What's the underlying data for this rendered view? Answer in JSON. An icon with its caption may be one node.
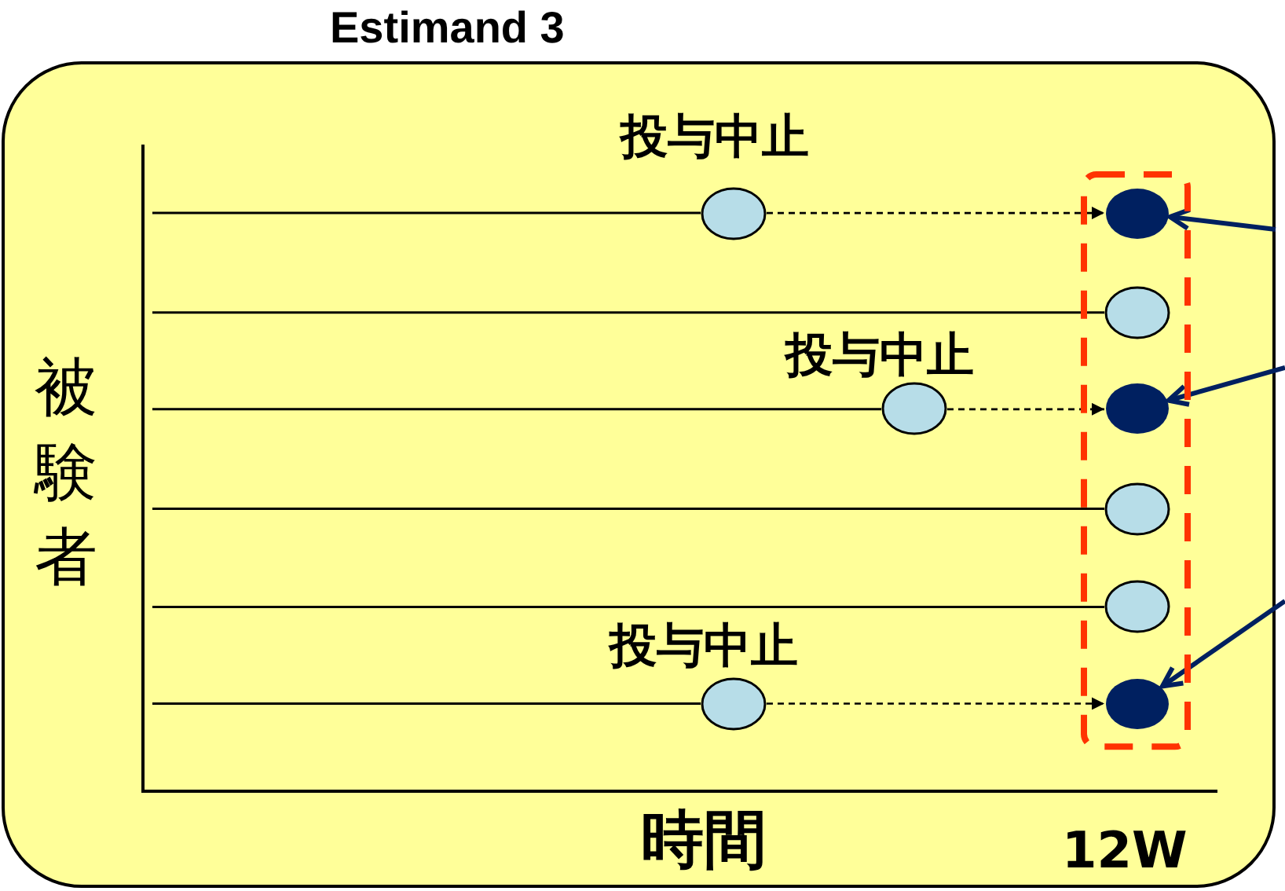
{
  "diagram": {
    "title": "Estimand 3",
    "nodes": [
      {
        "text": [],
        "shape": "box"
      },
      {
        "text": [],
        "shape": "circle",
        "in": 0
      },
      {
        "text": [],
        "shape": "circle",
        "in": 0
      },
      {
        "text": [],
        "shape": "circle",
        "in": 0
      },
      {
        "text": [],
        "shape": "circle",
        "in": 0
      },
      {
        "text": [],
        "shape": "circle",
        "in": 0
      },
      {
        "text": [],
        "shape": "circle",
        "in": 0
      },
      {
        "text": [],
        "shape": "circle"
      },
      {
        "text": [],
        "shape": "circle"
      },
      {
        "text": [],
        "shape": "circle"
      }
    ],
    "edges": [
      {
        "from": null,
        "to": 7,
        "arrow": "none"
      },
      {
        "from": 7,
        "to": 1,
        "arrow": "to",
        "style": "dashed"
      },
      {
        "from": null,
        "to": 2,
        "arrow": "none"
      },
      {
        "from": null,
        "to": 8,
        "arrow": "none"
      },
      {
        "from": 8,
        "to": 3,
        "arrow": "to",
        "style": "dashed"
      },
      {
        "from": null,
        "to": 4,
        "arrow": "none"
      },
      {
        "from": null,
        "to": 5,
        "arrow": "none"
      },
      {
        "from": null,
        "to": 9,
        "arrow": "none"
      },
      {
        "from": 9,
        "to": 6,
        "arrow": "to",
        "style": "dashed"
      },
      {
        "from": null,
        "to": 1,
        "arrow": "to",
        "style": "thick",
        "color": "#002060"
      },
      {
        "from": null,
        "to": 3,
        "arrow": "to",
        "style": "thick",
        "color": "#002060"
      },
      {
        "from": null,
        "to": 6,
        "arrow": "to",
        "style": "thick",
        "color": "#002060"
      }
    ],
    "labels": [
      "投与中止",
      "投与中止",
      "被験者",
      "投与中止",
      "時間",
      "12W"
    ]
  }
}
